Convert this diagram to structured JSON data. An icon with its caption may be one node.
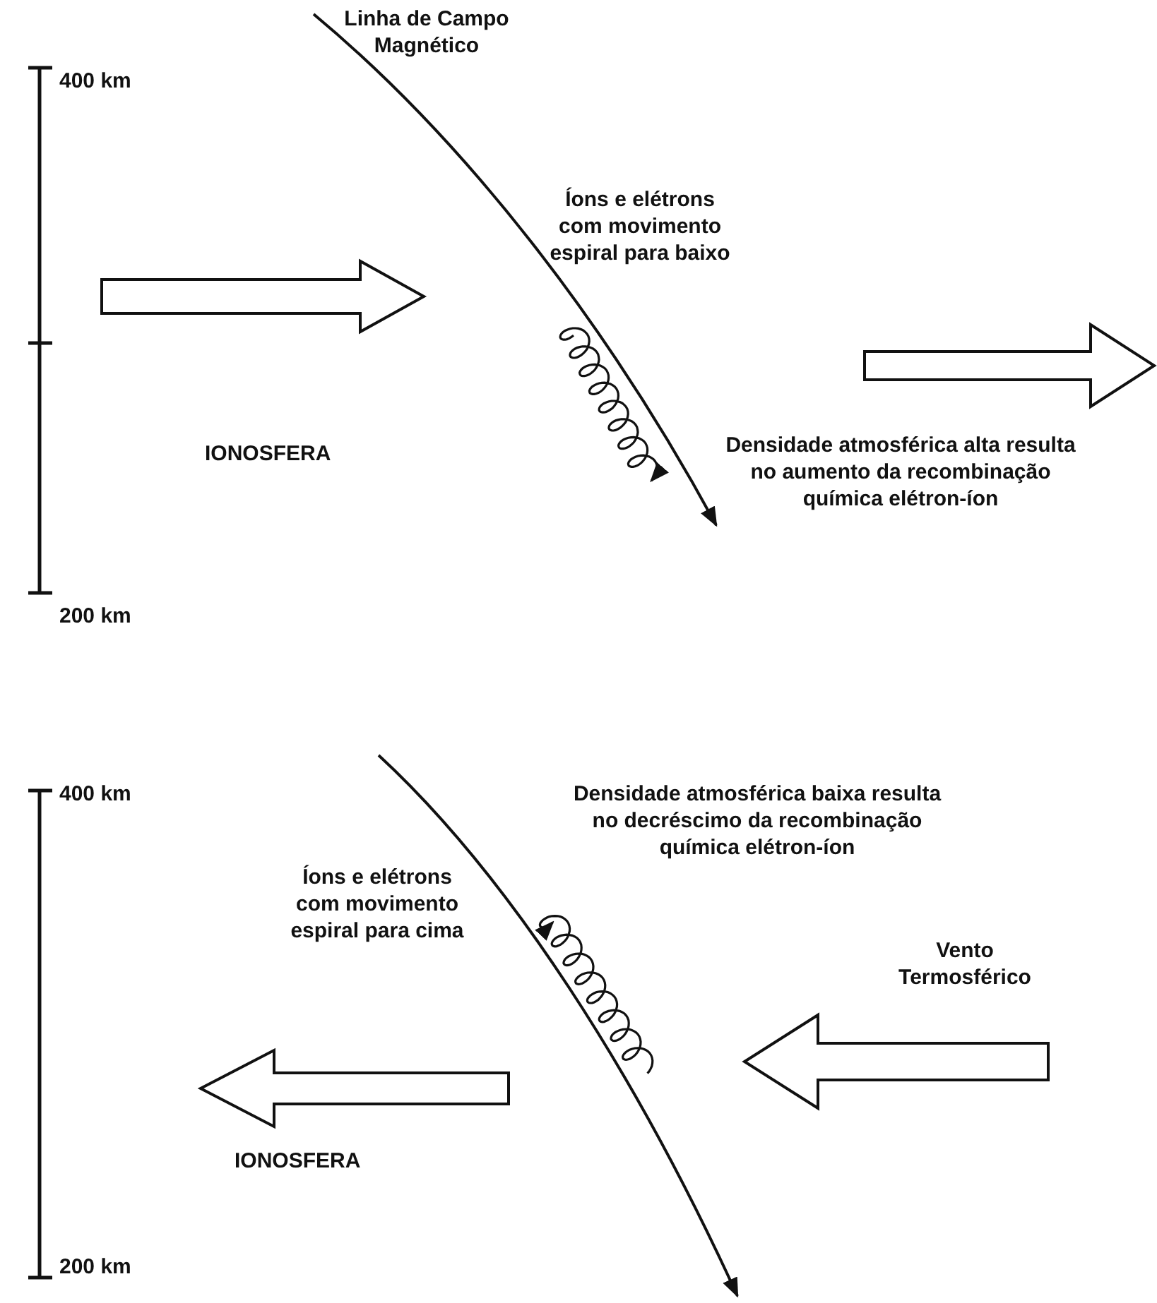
{
  "diagram": {
    "labels": [
      "Linha de Campo Magnético",
      "400 km",
      "Íons e elétrons com movimento espiral para baixo",
      "IONOSFERA",
      "Densidade atmosférica alta resulta no aumento da recombinação química elétron-íon",
      "200 km",
      "400 km",
      "Densidade atmosférica baixa resulta no decréscimo da recombinação química elétron-íon",
      "Íons e elétrons com movimento espiral para cima",
      "Vento Termosférico",
      "IONOSFERA",
      "200 km"
    ]
  }
}
